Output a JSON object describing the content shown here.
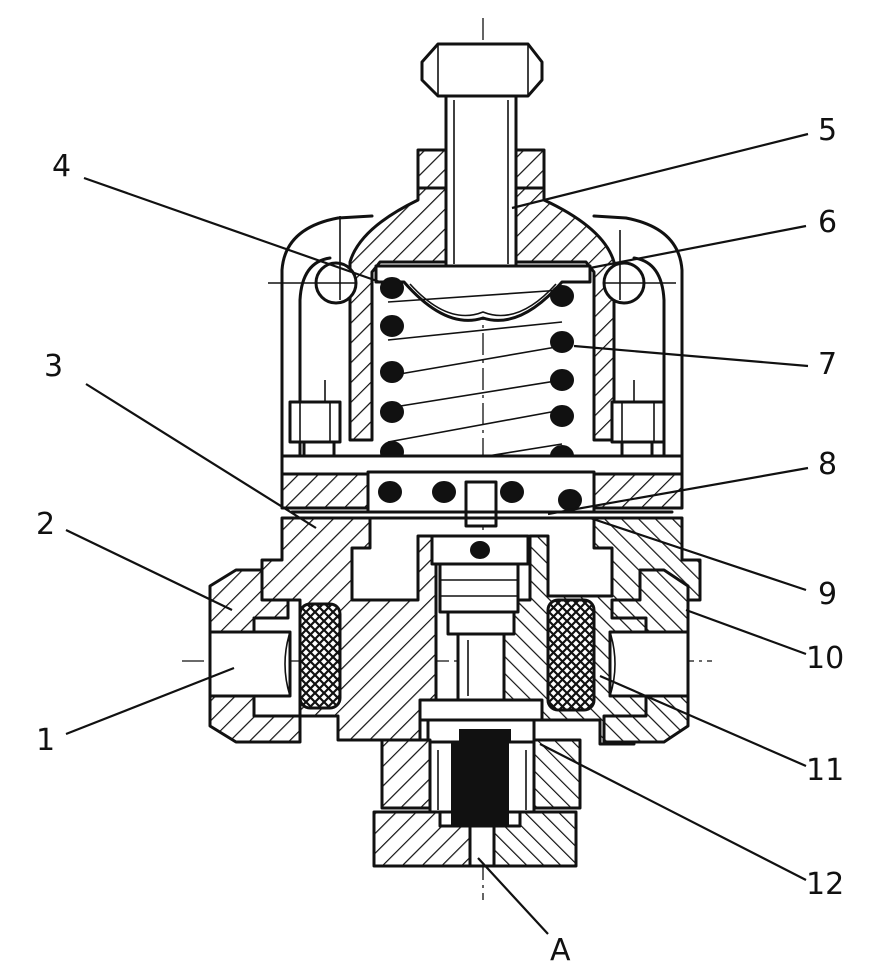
{
  "callouts": {
    "c1": "1",
    "c2": "2",
    "c3": "3",
    "c4": "4",
    "c5": "5",
    "c6": "6",
    "c7": "7",
    "c8": "8",
    "c9": "9",
    "c10": "10",
    "c11": "11",
    "c12": "12",
    "cA": "A"
  }
}
